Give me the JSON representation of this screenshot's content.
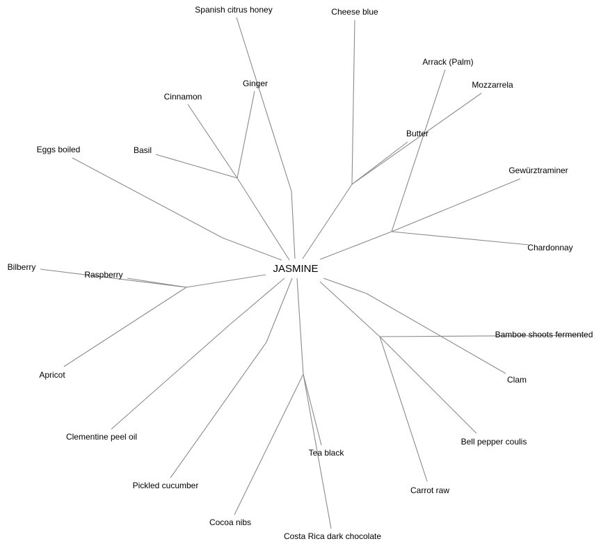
{
  "root": "JASMINE",
  "leaves": {
    "spanish": "Spanish citrus honey",
    "cheese": "Cheese blue",
    "arrack": "Arrack (Palm)",
    "mozzarella": "Mozzarrela",
    "butter": "Butter",
    "gewurz": "Gewürztraminer",
    "chardonnay": "Chardonnay",
    "ginger": "Ginger",
    "cinnamon": "Cinnamon",
    "basil": "Basil",
    "eggs": "Eggs boiled",
    "bilberry": "Bilberry",
    "raspberry": "Raspberry",
    "apricot": "Apricot",
    "clementine": "Clementine peel oil",
    "pickled": "Pickled cucumber",
    "cocoa": "Cocoa nibs",
    "costarica": "Costa Rica dark chocolate",
    "tea": "Tea black",
    "carrot": "Carrot raw",
    "bellpepper": "Bell pepper coulis",
    "clam": "Clam",
    "bamboe": "Bamboe shoots fermented"
  },
  "colors": {
    "edge": "#8a8a8a",
    "text": "#000000"
  }
}
